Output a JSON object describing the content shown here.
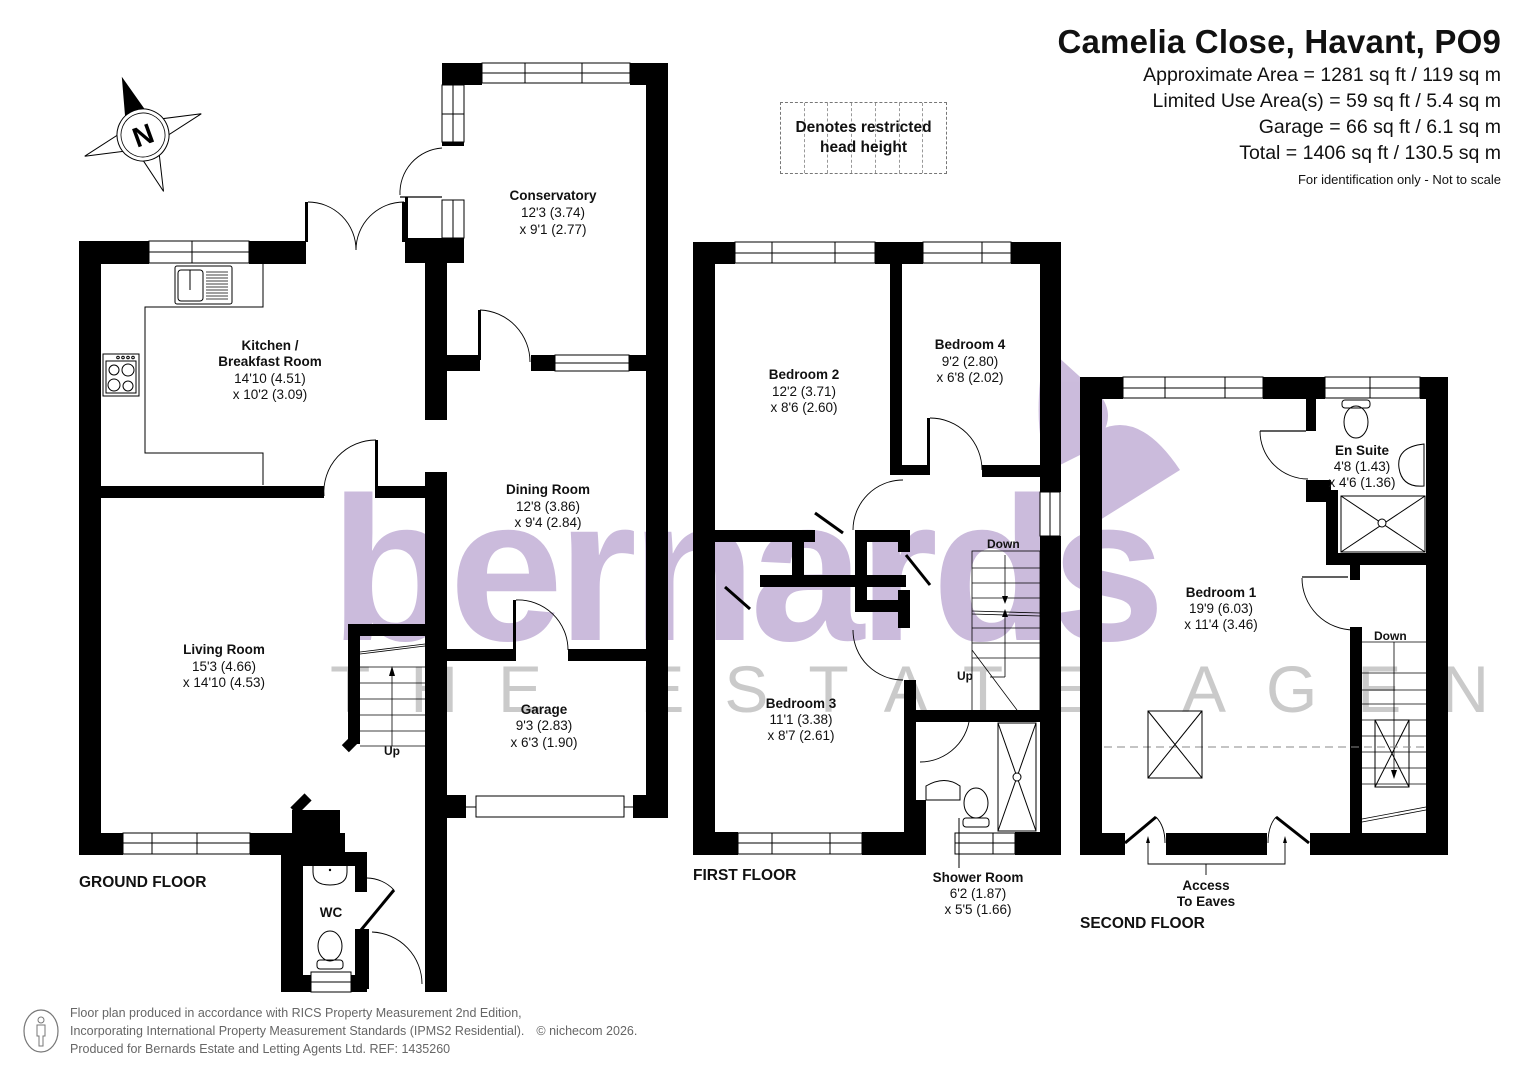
{
  "header": {
    "title": "Camelia Close, Havant, PO9",
    "area_lines": [
      "Approximate Area = 1281 sq ft / 119 sq m",
      "Limited Use Area(s) = 59 sq ft / 5.4 sq m",
      "Garage = 66  sq ft / 6.1 sq m",
      "Total = 1406 sq ft / 130.5 sq m"
    ],
    "disclaimer": "For identification only - Not to scale"
  },
  "legend": {
    "line1": "Denotes restricted",
    "line2": "head height"
  },
  "compass": {
    "icon": "compass-north-icon",
    "label": "N"
  },
  "watermark": {
    "brand": "bernards",
    "tagline": "THE ESTATE AGENTS",
    "color": "#c9b8db"
  },
  "floors": {
    "ground": {
      "label": "GROUND FLOOR",
      "rooms": {
        "conservatory": {
          "name": "Conservatory",
          "dim1": "12'3 (3.74)",
          "dim2": "x 9'1 (2.77)"
        },
        "kitchen": {
          "name1": "Kitchen /",
          "name2": "Breakfast Room",
          "dim1": "14'10 (4.51)",
          "dim2": "x 10'2 (3.09)"
        },
        "dining": {
          "name": "Dining Room",
          "dim1": "12'8 (3.86)",
          "dim2": "x 9'4 (2.84)"
        },
        "living": {
          "name": "Living Room",
          "dim1": "15'3 (4.66)",
          "dim2": "x 14'10 (4.53)"
        },
        "garage": {
          "name": "Garage",
          "dim1": "9'3 (2.83)",
          "dim2": "x 6'3 (1.90)"
        },
        "wc": {
          "name": "WC"
        }
      },
      "stairs_label": "Up"
    },
    "first": {
      "label": "FIRST FLOOR",
      "rooms": {
        "bedroom2": {
          "name": "Bedroom 2",
          "dim1": "12'2 (3.71)",
          "dim2": "x 8'6 (2.60)"
        },
        "bedroom4": {
          "name": "Bedroom 4",
          "dim1": "9'2 (2.80)",
          "dim2": "x 6'8 (2.02)"
        },
        "bedroom3": {
          "name": "Bedroom 3",
          "dim1": "11'1 (3.38)",
          "dim2": "x 8'7 (2.61)"
        },
        "shower": {
          "name": "Shower Room",
          "dim1": "6'2 (1.87)",
          "dim2": "x 5'5 (1.66)"
        }
      },
      "stairs_down": "Down",
      "stairs_up": "Up"
    },
    "second": {
      "label": "SECOND FLOOR",
      "rooms": {
        "bedroom1": {
          "name": "Bedroom 1",
          "dim1": "19'9 (6.03)",
          "dim2": "x 11'4 (3.46)"
        },
        "ensuite": {
          "name": "En Suite",
          "dim1": "4'8 (1.43)",
          "dim2": "x 4'6 (1.36)"
        }
      },
      "stairs_down": "Down",
      "eaves_line1": "Access",
      "eaves_line2": "To Eaves"
    }
  },
  "footer": {
    "line1": "Floor plan produced in accordance with RICS Property Measurement 2nd Edition,",
    "line2": "Incorporating International Property Measurement Standards (IPMS2 Residential).",
    "copyright": "© nichecom 2026.",
    "line3": "Produced for Bernards Estate and Letting Agents Ltd.   REF:  1435260"
  }
}
